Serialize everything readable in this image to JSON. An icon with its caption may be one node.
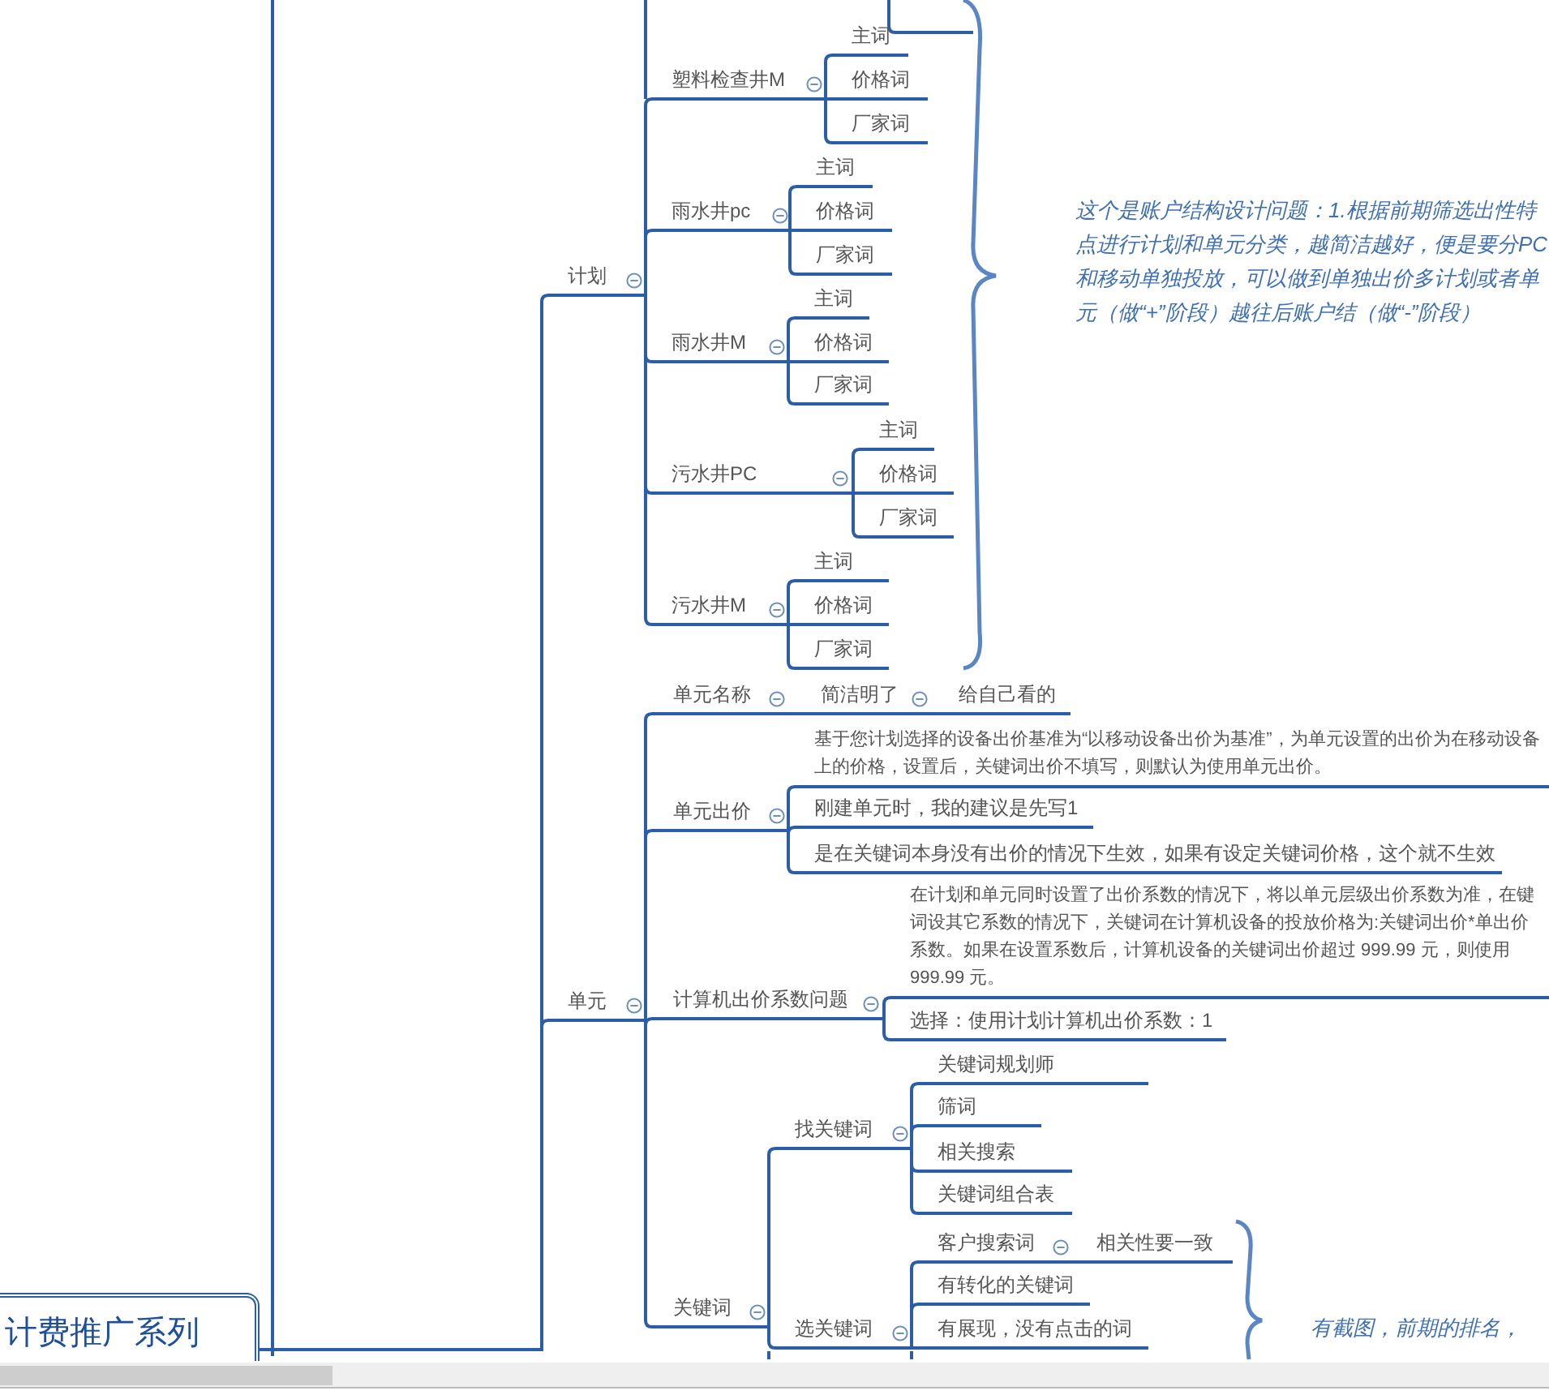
{
  "diagram": {
    "nodes": [
      {
        "text": [
          "计费推广系列"
        ]
      },
      {
        "text": [
          "计划"
        ]
      },
      {
        "text": [
          "塑料检查井M"
        ]
      },
      {
        "text": [
          "主词"
        ]
      },
      {
        "text": [
          "价格词"
        ]
      },
      {
        "text": [
          "厂家词"
        ]
      },
      {
        "text": [
          "雨水井pc"
        ]
      },
      {
        "text": [
          "主词"
        ]
      },
      {
        "text": [
          "价格词"
        ]
      },
      {
        "text": [
          "厂家词"
        ]
      },
      {
        "text": [
          "雨水井M"
        ]
      },
      {
        "text": [
          "主词"
        ]
      },
      {
        "text": [
          "价格词"
        ]
      },
      {
        "text": [
          "厂家词"
        ]
      },
      {
        "text": [
          "污水井PC"
        ]
      },
      {
        "text": [
          "主词"
        ]
      },
      {
        "text": [
          "价格词"
        ]
      },
      {
        "text": [
          "厂家词"
        ]
      },
      {
        "text": [
          "污水井M"
        ]
      },
      {
        "text": [
          "主词"
        ]
      },
      {
        "text": [
          "价格词"
        ]
      },
      {
        "text": [
          "厂家词"
        ]
      },
      {
        "text": [
          "这个是账户结构设计问题：1.根据前期筛选出性特点进行计划和单元分类，越简洁越好，便是要分PC和移动单独投放，可以做到单独出价多计划或者单元（做“+”阶段）越往后账户结（做“-”阶段）"
        ]
      },
      {
        "text": [
          "单元"
        ]
      },
      {
        "text": [
          "单元名称"
        ]
      },
      {
        "text": [
          "简洁明了"
        ]
      },
      {
        "text": [
          "给自己看的"
        ]
      },
      {
        "text": [
          "单元出价"
        ]
      },
      {
        "text": [
          "基于您计划选择的设备出价基准为“以移动设备出价为基准”，为单元设置的出价为在移动设备上的价格，设置后，关键词出价不填写，则默认为使用单元出价。"
        ]
      },
      {
        "text": [
          "刚建单元时，我的建议是先写1"
        ]
      },
      {
        "text": [
          "是在关键词本身没有出价的情况下生效，如果有设定关键词价格，这个就不生效"
        ]
      },
      {
        "text": [
          "计算机出价系数问题"
        ]
      },
      {
        "text": [
          "在计划和单元同时设置了出价系数的情况下，将以单元层级出价系数为准，在键词设其它系数的情况下，关键词在计算机设备的投放价格为:关键词出价*单出价系数。如果在设置系数后，计算机设备的关键词出价超过 999.99 元，则使用 999.99 元。"
        ]
      },
      {
        "text": [
          "选择：使用计划计算机出价系数：1"
        ]
      },
      {
        "text": [
          "关键词"
        ]
      },
      {
        "text": [
          "找关键词"
        ]
      },
      {
        "text": [
          "关键词规划师"
        ]
      },
      {
        "text": [
          "筛词"
        ]
      },
      {
        "text": [
          "相关搜索"
        ]
      },
      {
        "text": [
          "关键词组合表"
        ]
      },
      {
        "text": [
          "选关键词"
        ]
      },
      {
        "text": [
          "客户搜索词"
        ]
      },
      {
        "text": [
          "相关性要一致"
        ]
      },
      {
        "text": [
          "有转化的关键词"
        ]
      },
      {
        "text": [
          "有展现，没有点击的词"
        ]
      }
    ],
    "edges": [
      {
        "from": 0,
        "to": 1,
        "arrow": "none"
      },
      {
        "from": 0,
        "to": 23,
        "arrow": "none"
      },
      {
        "from": 1,
        "to": 2,
        "arrow": "none"
      },
      {
        "from": 1,
        "to": 6,
        "arrow": "none"
      },
      {
        "from": 1,
        "to": 10,
        "arrow": "none"
      },
      {
        "from": 1,
        "to": 14,
        "arrow": "none"
      },
      {
        "from": 1,
        "to": 18,
        "arrow": "none"
      },
      {
        "from": 2,
        "to": 3,
        "arrow": "none"
      },
      {
        "from": 2,
        "to": 4,
        "arrow": "none"
      },
      {
        "from": 2,
        "to": 5,
        "arrow": "none"
      },
      {
        "from": 6,
        "to": 7,
        "arrow": "none"
      },
      {
        "from": 6,
        "to": 8,
        "arrow": "none"
      },
      {
        "from": 6,
        "to": 9,
        "arrow": "none"
      },
      {
        "from": 10,
        "to": 11,
        "arrow": "none"
      },
      {
        "from": 10,
        "to": 12,
        "arrow": "none"
      },
      {
        "from": 10,
        "to": 13,
        "arrow": "none"
      },
      {
        "from": 14,
        "to": 15,
        "arrow": "none"
      },
      {
        "from": 14,
        "to": 16,
        "arrow": "none"
      },
      {
        "from": 14,
        "to": 17,
        "arrow": "none"
      },
      {
        "from": 18,
        "to": 19,
        "arrow": "none"
      },
      {
        "from": 18,
        "to": 20,
        "arrow": "none"
      },
      {
        "from": 18,
        "to": 21,
        "arrow": "none"
      },
      {
        "from": 23,
        "to": 24,
        "arrow": "none"
      },
      {
        "from": 23,
        "to": 27,
        "arrow": "none"
      },
      {
        "from": 23,
        "to": 31,
        "arrow": "none"
      },
      {
        "from": 23,
        "to": 34,
        "arrow": "none"
      },
      {
        "from": 24,
        "to": 25,
        "arrow": "none"
      },
      {
        "from": 25,
        "to": 26,
        "arrow": "none"
      },
      {
        "from": 27,
        "to": 28,
        "arrow": "none"
      },
      {
        "from": 27,
        "to": 29,
        "arrow": "none"
      },
      {
        "from": 27,
        "to": 30,
        "arrow": "none"
      },
      {
        "from": 31,
        "to": 32,
        "arrow": "none"
      },
      {
        "from": 31,
        "to": 33,
        "arrow": "none"
      },
      {
        "from": 34,
        "to": 35,
        "arrow": "none"
      },
      {
        "from": 34,
        "to": 40,
        "arrow": "none"
      },
      {
        "from": 35,
        "to": 36,
        "arrow": "none"
      },
      {
        "from": 35,
        "to": 37,
        "arrow": "none"
      },
      {
        "from": 35,
        "to": 38,
        "arrow": "none"
      },
      {
        "from": 35,
        "to": 39,
        "arrow": "none"
      },
      {
        "from": 40,
        "to": 41,
        "arrow": "none"
      },
      {
        "from": 40,
        "to": 43,
        "arrow": "none"
      },
      {
        "from": 40,
        "to": 44,
        "arrow": "none"
      },
      {
        "from": 41,
        "to": 42,
        "arrow": "none"
      }
    ],
    "labels": [
      "有截图，前期的排名，"
    ]
  }
}
